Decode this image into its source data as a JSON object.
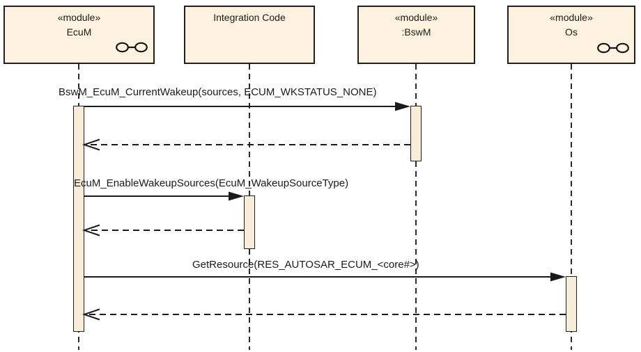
{
  "diagram_type": "uml-sequence-diagram",
  "participants": [
    {
      "stereotype": "«module»",
      "name": "EcuM",
      "icon": "linked-ellipses-icon"
    },
    {
      "stereotype": "",
      "name": "Integration Code",
      "icon": ""
    },
    {
      "stereotype": "«module»",
      "name": ":BswM",
      "icon": ""
    },
    {
      "stereotype": "«module»",
      "name": "Os",
      "icon": "linked-ellipses-icon"
    }
  ],
  "messages": [
    {
      "kind": "sync",
      "from": "EcuM",
      "to": ":BswM",
      "label": "BswM_EcuM_CurrentWakeup(sources, ECUM_WKSTATUS_NONE)"
    },
    {
      "kind": "return",
      "from": ":BswM",
      "to": "EcuM",
      "label": ""
    },
    {
      "kind": "sync",
      "from": "EcuM",
      "to": "Integration Code",
      "label": "EcuM_EnableWakeupSources(EcuM_WakeupSourceType)"
    },
    {
      "kind": "return",
      "from": "Integration Code",
      "to": "EcuM",
      "label": ""
    },
    {
      "kind": "sync",
      "from": "EcuM",
      "to": "Os",
      "label": "GetResource(RES_AUTOSAR_ECUM_<core#>)"
    },
    {
      "kind": "return",
      "from": "Os",
      "to": "EcuM",
      "label": ""
    }
  ],
  "colors": {
    "box_fill": "#FCF2DF",
    "activation_fill": "#F8EDD9",
    "border": "#1F1F1F",
    "line": "#2A2A2A",
    "text": "#1A1A1A"
  }
}
